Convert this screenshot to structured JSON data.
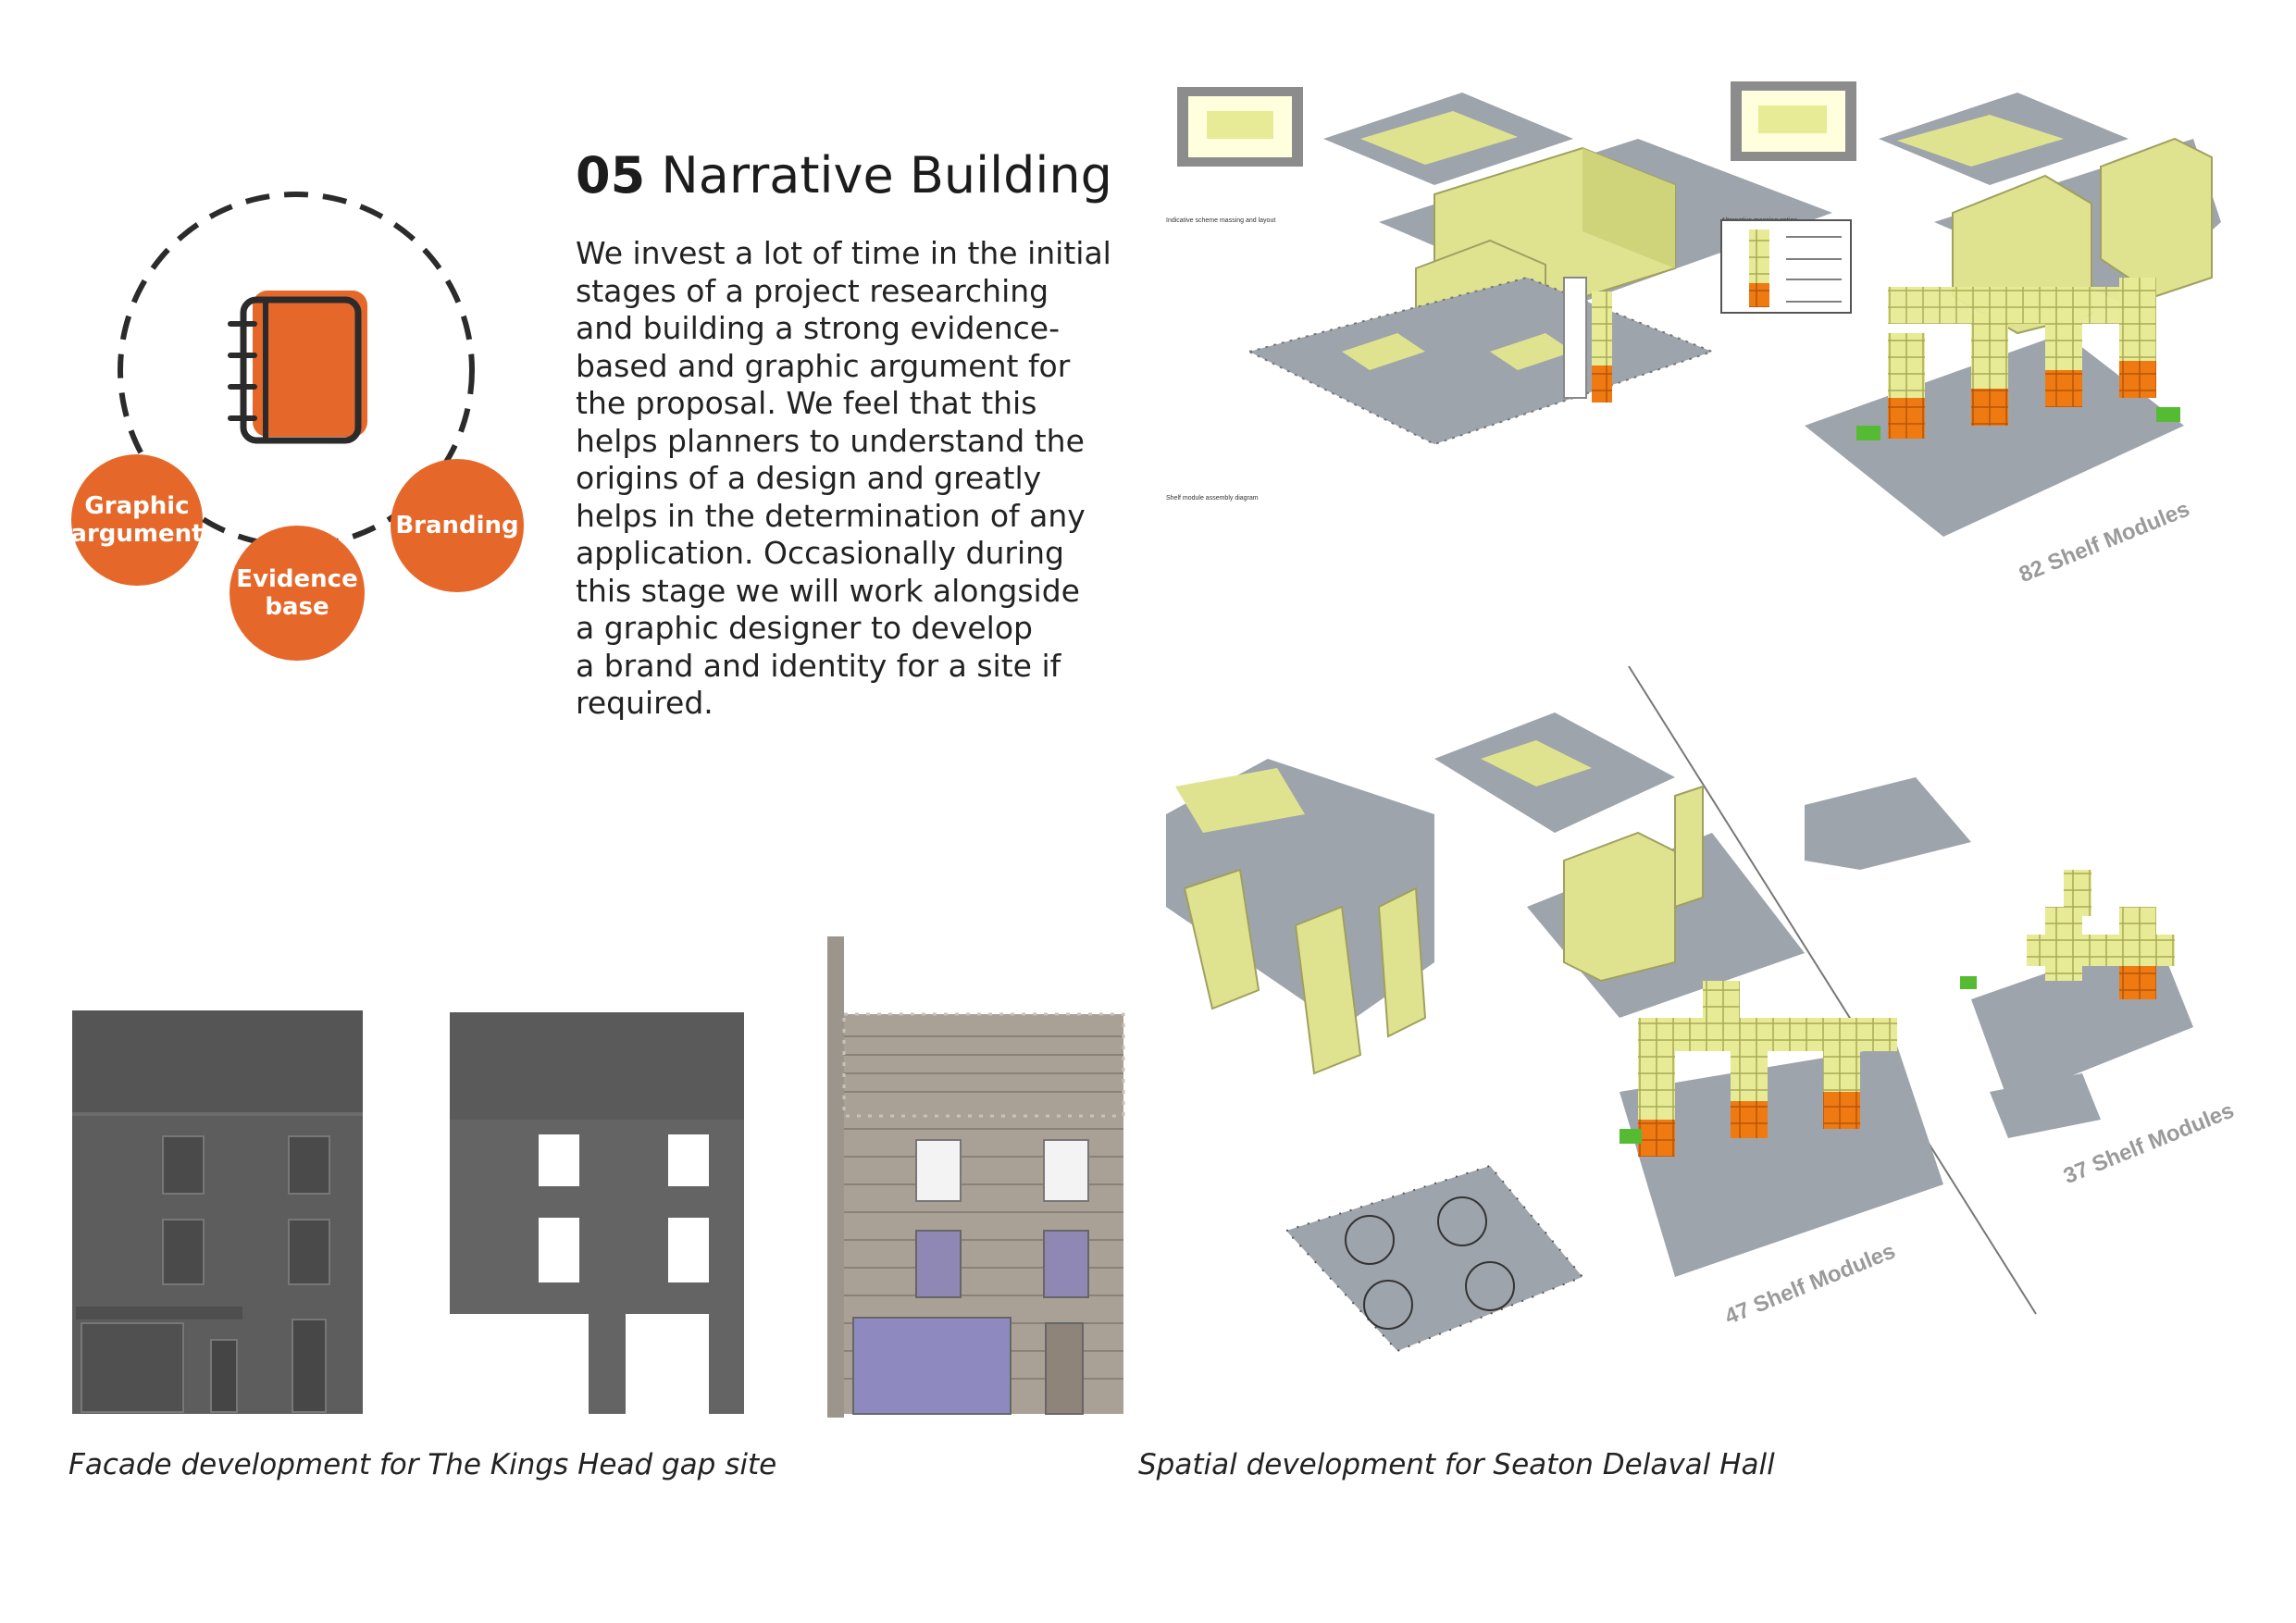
{
  "heading": {
    "number": "05",
    "title": "Narrative Building"
  },
  "body": "We invest a lot of time in the initial\nstages of a project researching\nand building a strong evidence-\nbased and graphic argument for\nthe proposal. We feel that this\nhelps planners to understand the\norigins of a design and greatly\nhelps in the determination of any\napplication. Occasionally during\nthis stage we will work alongside\na graphic designer to develop\na brand and identity for a site if\nrequired.",
  "bubbles": {
    "graphic": "Graphic\nargument",
    "evidence": "Evidence\nbase",
    "branding": "Branding"
  },
  "captions": {
    "facade": "Facade development for The Kings Head gap site",
    "spatial": "Spatial development for Seaton Delaval Hall"
  },
  "shelf_labels": {
    "a": "82 Shelf Modules",
    "b": "47 Shelf Modules",
    "c": "37 Shelf Modules"
  },
  "colors": {
    "accent": "#e5682a",
    "massing": "#dfe38f",
    "slab": "#9ea4ab"
  },
  "icons": {
    "center": "notebook-icon"
  }
}
